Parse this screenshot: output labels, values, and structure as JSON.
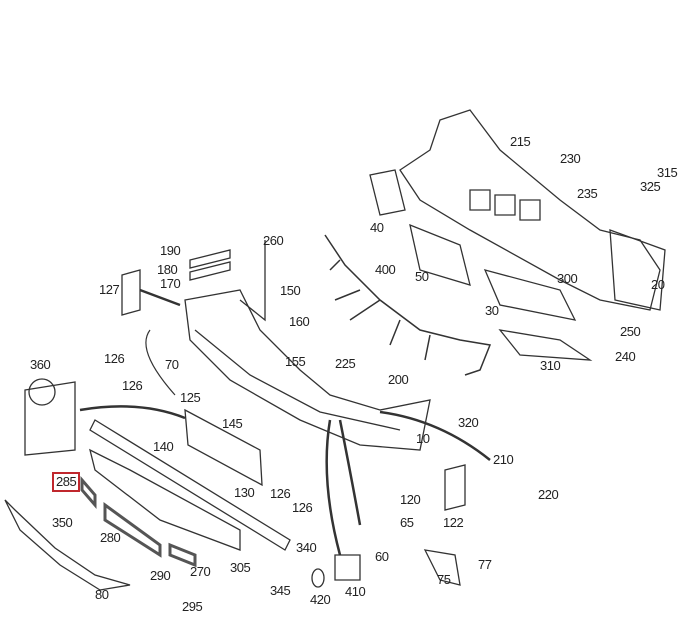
{
  "highlight_color": "#c0272d",
  "highlighted_part": "285",
  "parts": [
    "215",
    "230",
    "325",
    "315",
    "235",
    "40",
    "190",
    "260",
    "180",
    "170",
    "400",
    "50",
    "300",
    "20",
    "127",
    "150",
    "160",
    "30",
    "250",
    "240",
    "360",
    "126",
    "70",
    "155",
    "225",
    "310",
    "126",
    "200",
    "125",
    "145",
    "320",
    "140",
    "10",
    "210",
    "130",
    "126",
    "126",
    "120",
    "285",
    "220",
    "350",
    "65",
    "122",
    "280",
    "340",
    "60",
    "77",
    "290",
    "270",
    "305",
    "75",
    "80",
    "345",
    "420",
    "410",
    "295"
  ]
}
